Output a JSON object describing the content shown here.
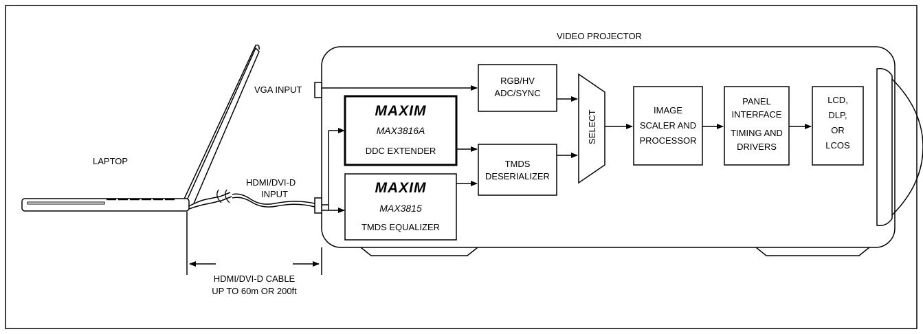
{
  "projector": {
    "title": "VIDEO PROJECTOR",
    "vga_input": "VGA INPUT",
    "hdmi_input": [
      "HDMI/DVI-D",
      "INPUT"
    ]
  },
  "laptop": {
    "label": "LAPTOP"
  },
  "blocks": {
    "rgb": [
      "RGB/HV",
      "ADC/SYNC"
    ],
    "tmds_deser": [
      "TMDS",
      "DESERIALIZER"
    ],
    "select": "SELECT",
    "scaler": [
      "IMAGE",
      "SCALER AND",
      "PROCESSOR"
    ],
    "panel": [
      "PANEL",
      "INTERFACE",
      "TIMING AND",
      "DRIVERS"
    ],
    "display": [
      "LCD,",
      "DLP,",
      "OR",
      "LCOS"
    ]
  },
  "chips": {
    "max3816a": {
      "logo": "MAXIM",
      "part": "MAX3816A",
      "desc": "DDC EXTENDER"
    },
    "max3815": {
      "logo": "MAXIM",
      "part": "MAX3815",
      "desc": "TMDS EQUALIZER"
    }
  },
  "cable": {
    "lines": [
      "HDMI/DVI-D CABLE",
      "UP TO 60m OR 200ft"
    ]
  }
}
